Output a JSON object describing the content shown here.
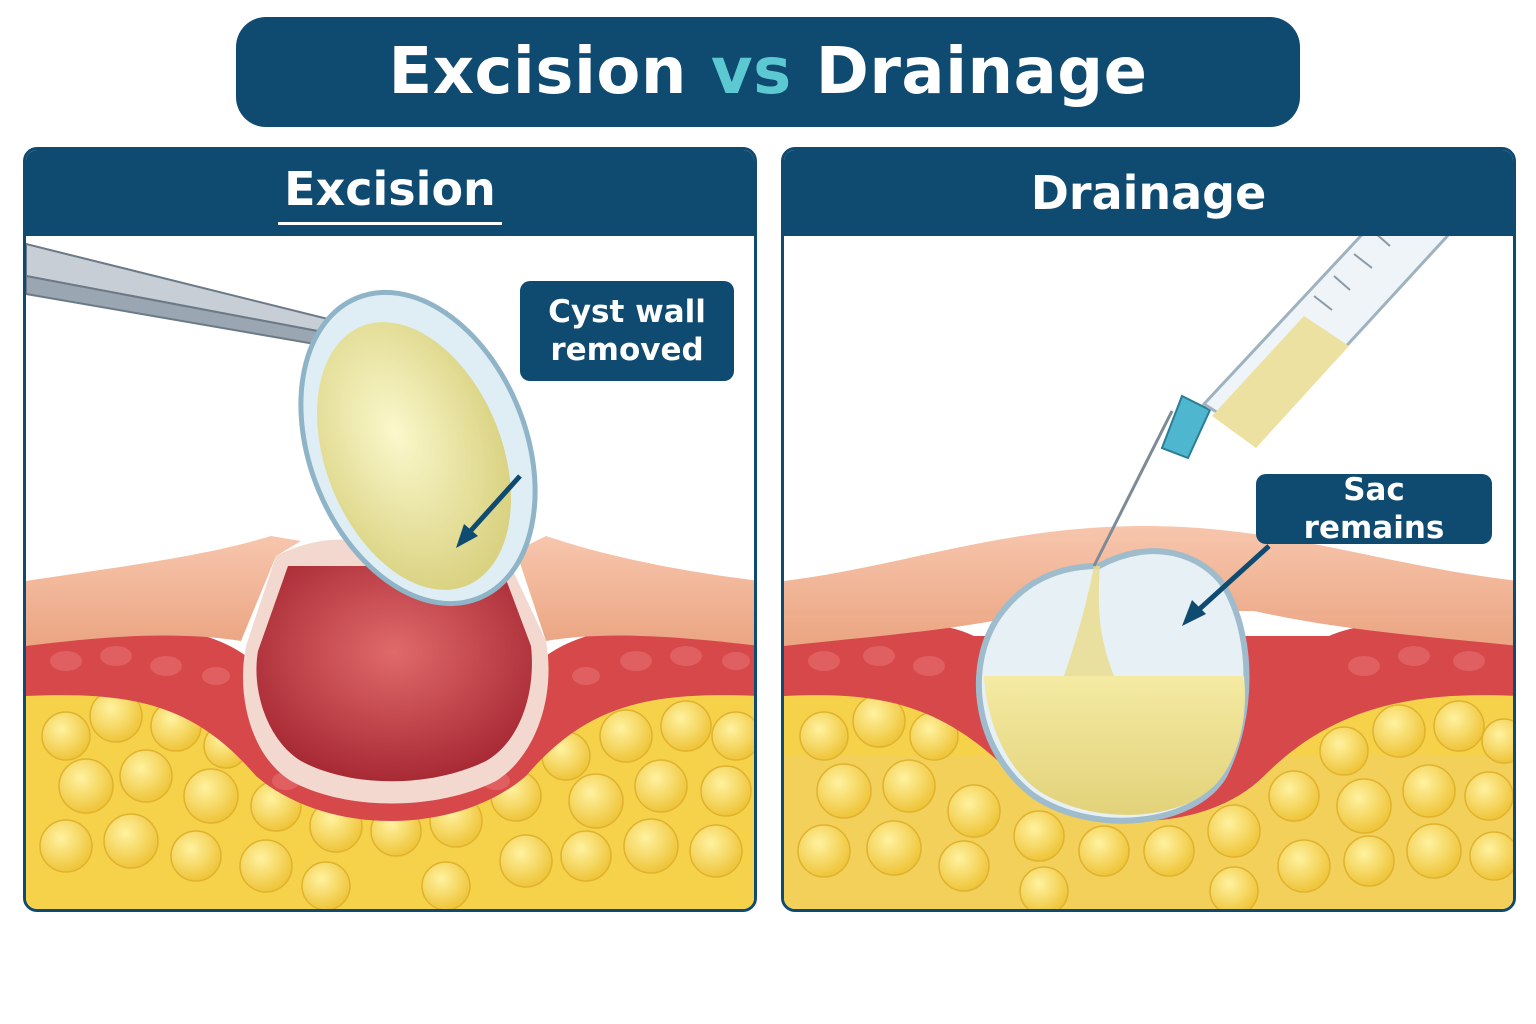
{
  "title": {
    "left": "Excision",
    "vs": "vs",
    "right": "Drainage"
  },
  "panels": {
    "excision": {
      "heading": "Excision",
      "callout": "Cyst wall removed"
    },
    "drainage": {
      "heading": "Drainage",
      "callout": "Sac remains"
    }
  },
  "colors": {
    "navy": "#0f4a70",
    "accent": "#5cc9d2",
    "skin": "#f0b192",
    "dermis": "#d6484a",
    "fat": "#f5d24a",
    "cyst_fluid": "#ece7a4"
  }
}
